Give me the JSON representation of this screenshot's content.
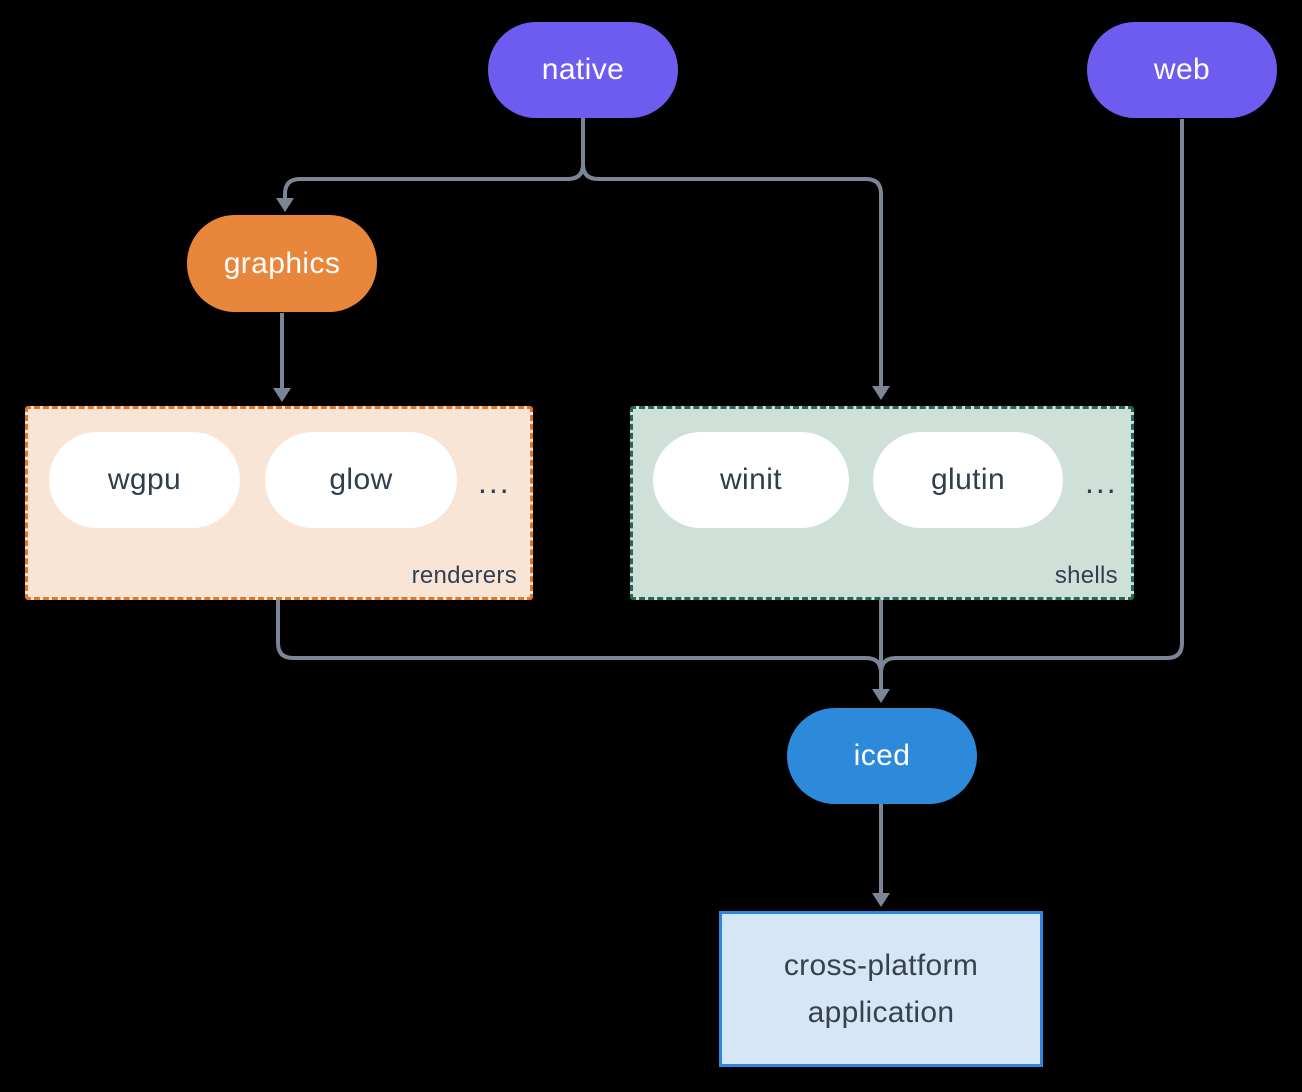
{
  "diagram": {
    "description": "iced ecosystem architecture diagram",
    "colors": {
      "background": "#000000",
      "purple_node": "#6e5cf0",
      "orange_node": "#e8873b",
      "blue_node": "#2d89da",
      "connector": "#7a8695",
      "renderers_group_bg": "#f9e5d5",
      "renderers_group_border": "#e0782a",
      "shells_group_bg": "#cfe0d9",
      "shells_group_border": "#20695e",
      "app_box_bg": "#d5e6f7",
      "app_box_border": "#2e86de",
      "dark_text": "#2f3e4e"
    },
    "nodes": {
      "native": "native",
      "web": "web",
      "graphics": "graphics",
      "iced": "iced",
      "wgpu": "wgpu",
      "glow": "glow",
      "winit": "winit",
      "glutin": "glutin"
    },
    "groups": {
      "renderers": {
        "label": "renderers",
        "more": "..."
      },
      "shells": {
        "label": "shells",
        "more": "..."
      }
    },
    "app": {
      "line1": "cross-platform",
      "line2": "application"
    },
    "edges": [
      {
        "from": "native",
        "to": "graphics"
      },
      {
        "from": "native",
        "to": "shells"
      },
      {
        "from": "graphics",
        "to": "renderers"
      },
      {
        "from": "renderers",
        "to": "iced"
      },
      {
        "from": "shells",
        "to": "iced"
      },
      {
        "from": "web",
        "to": "iced"
      },
      {
        "from": "iced",
        "to": "cross-platform-application"
      }
    ]
  }
}
